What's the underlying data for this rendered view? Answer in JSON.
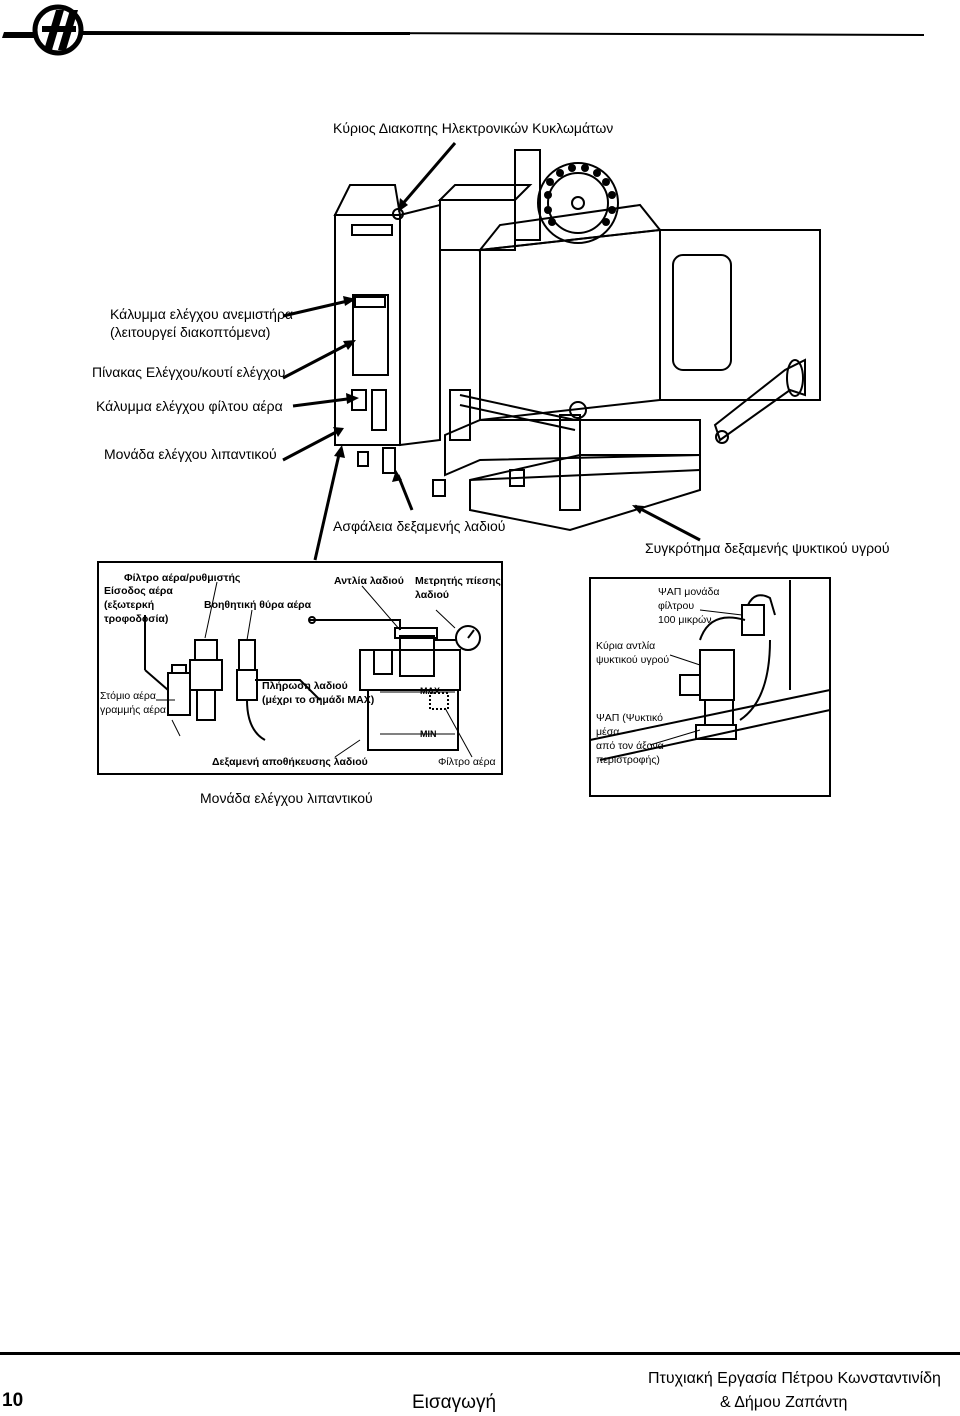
{
  "header": {
    "logo_icon": "haas-logo-icon"
  },
  "main_diagram": {
    "labels": {
      "main_switch": "Κύριος Διακοπης Ηλεκτρονικών Κυκλωμάτων",
      "fan_cover": "Κάλυμμα ελέγχου ανεμιστήρα",
      "fan_cover_note": "(λειτουργεί διακοπτόμενα)",
      "control_panel": "Πίνακας Ελέγχου/κουτί ελέγχου",
      "air_filter_cover": "Κάλυμμα ελέγχου φίλτου αέρα",
      "lube_unit": "Μονάδα ελέγχου λιπαντικού",
      "oil_tank_fuse": "Ασφάλεια δεξαμενής λαδιού",
      "coolant_tank": "Συγκρότημα δεξαμενής ψυκτικού υγρού"
    }
  },
  "lube_detail": {
    "labels": {
      "filter_regulator": "Φίλτρο αέρα/ρυθμιστής",
      "air_inlet_1": "Είσοδος αέρα",
      "air_inlet_2": "(εξωτερκή",
      "air_inlet_3": "τροφοδοσία)",
      "aux_port": "Βοηθητική θύρα αέρα",
      "oil_pump": "Αντλία λαδιού",
      "pressure_1": "Μετρητής πίεσης",
      "pressure_2": "λαδιού",
      "air_nozzle_1": "Στόμιο αέρα",
      "air_nozzle_2": "γραμμής αέρα",
      "oil_fill_1": "Πλήρωση λαδιού",
      "oil_fill_2": "(μέχρι το σημάδι MAX)",
      "max_mark": "MAX",
      "min_mark": "MIN",
      "storage_tank": "Δεξαμενή αποθήκευσης λαδιού",
      "air_filter": "Φίλτρο αέρα"
    },
    "caption": "Μονάδα ελέγχου λιπαντικού"
  },
  "coolant_detail": {
    "labels": {
      "filter_1": "ΨΑΠ μονάδα",
      "filter_2": "φίλτρου",
      "filter_3": "100 μικρών",
      "pump_1": "Κύρια αντλία",
      "pump_2": "ψυκτικού υγρού",
      "tsc_1": "ΨΑΠ (Ψυκτικό",
      "tsc_2": "μέσα",
      "tsc_3": "από τον άξονα",
      "tsc_4": "περιστροφής)"
    }
  },
  "footer": {
    "page_number": "10",
    "section": "Εισαγωγή",
    "authors_line1": "Πτυχιακή Εργασία Πέτρου Κωνσταντινίδη",
    "authors_line2": "& Δήμου Ζαπάντη"
  }
}
